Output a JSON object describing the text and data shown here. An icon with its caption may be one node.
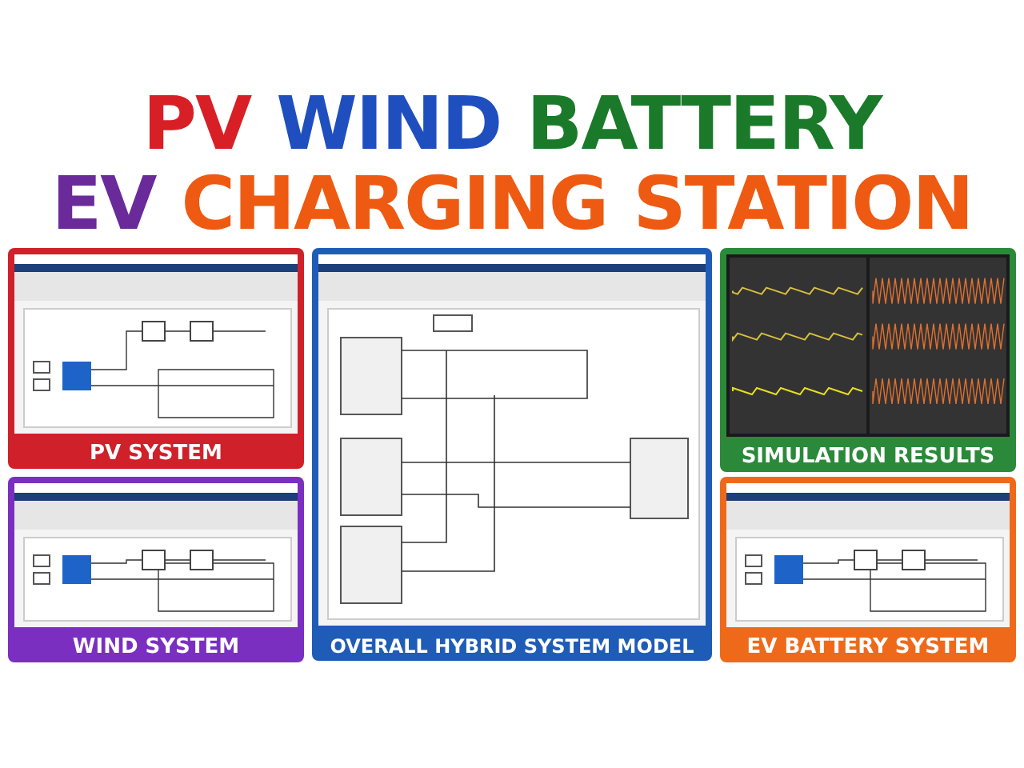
{
  "diagram": {
    "title": "PV WIND BATTERY EV CHARGING STATION",
    "nodes": [
      {
        "text": [
          "PV SYSTEM"
        ]
      },
      {
        "text": [
          "WIND SYSTEM"
        ]
      },
      {
        "text": [
          "OVERALL HYBRID SYSTEM MODEL"
        ]
      },
      {
        "text": [
          "SIMULATION RESULTS"
        ]
      },
      {
        "text": [
          "EV BATTERY SYSTEM"
        ]
      }
    ]
  }
}
